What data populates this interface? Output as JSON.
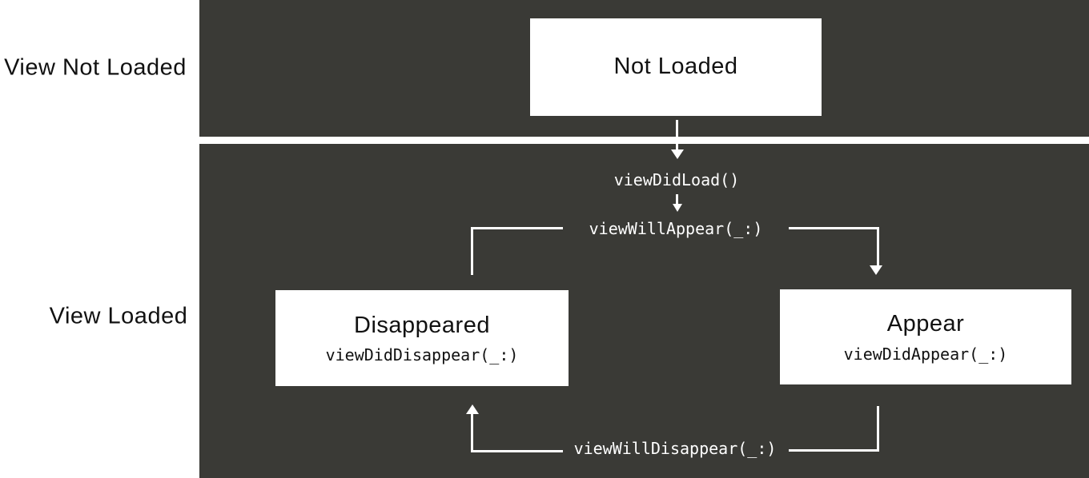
{
  "page": {
    "section_labels": {
      "top": "View Not Loaded",
      "bottom": "View Loaded"
    },
    "states": {
      "not_loaded": {
        "title": "Not Loaded"
      },
      "disappeared": {
        "title": "Disappeared",
        "method": "viewDidDisappear(_:)"
      },
      "appear": {
        "title": "Appear",
        "method": "viewDidAppear(_:)"
      }
    },
    "transitions": {
      "view_did_load": "viewDidLoad()",
      "view_will_appear": "viewWillAppear(_:)",
      "view_will_disappear": "viewWillDisappear(_:)"
    },
    "colors": {
      "panel": "#3a3a36",
      "line": "#ffffff",
      "box": "#ffffff",
      "text": "#111111"
    }
  }
}
